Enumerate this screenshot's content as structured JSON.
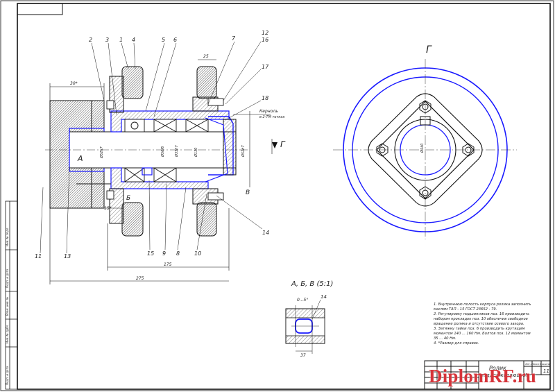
{
  "leaders": [
    "2",
    "3",
    "1",
    "4",
    "5",
    "6",
    "7",
    "12",
    "16",
    "17",
    "18",
    "11",
    "13",
    "15",
    "9",
    "8",
    "10",
    "14"
  ],
  "views": {
    "g_label": "Г",
    "a": "А",
    "b": "Б",
    "v": "В",
    "section_title": "А, Б, В (5:1)",
    "section_part": "14"
  },
  "dims": {
    "d25": "25",
    "d30": "30*",
    "d175": "175",
    "d275": "275",
    "d15": "15*",
    "d37": "37",
    "angle": "0...5°",
    "dia1": "Ø52h7",
    "dia2": "Ø56f6",
    "dia3": "Ø35h7",
    "dia4": "Ø130",
    "dia5": "Ø140",
    "dia6": "Ø52h7"
  },
  "callout": {
    "line1": "Керноль",
    "line2": "в 2-ТМ точках"
  },
  "notes": [
    "1. Внутреннюю полость корпуса ролика заполнить",
    "маслом ТАП - 15 ГОСТ 23652 - 79.",
    "2. Регулировку подшипников поз. 16 производить",
    "набором прокладок поз. 10 обеспечив свободное",
    "вращение ролика и отсутствие осевого зазора.",
    "3. Затяжку гайки поз. 6 производить крутящим",
    "моментом 140 ... 160 Нм. Болтов поз. 12 моментом",
    "35 ... 40 Нм.",
    "4. *Размер для справок."
  ],
  "titleblock": {
    "name_line1": "Ролик",
    "name_line2": "поддерживающий",
    "sheet": "11",
    "cols": "Лит.   Масса   Масштаб"
  },
  "margin_stamps": [
    "Инв. № подл.",
    "Подп. и дата",
    "Взам. инв. №",
    "Инв. № дубл.",
    "Подп. и дата"
  ],
  "watermark": "DiplomRF.ru"
}
